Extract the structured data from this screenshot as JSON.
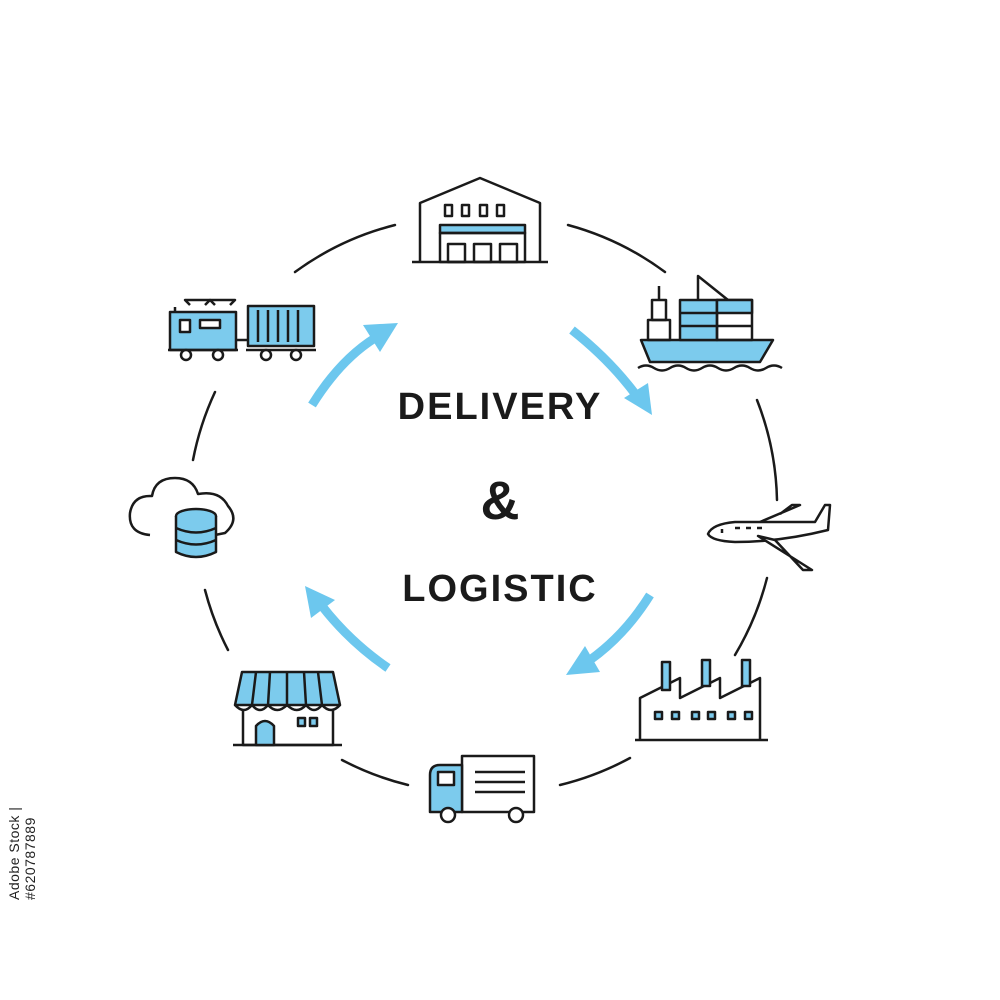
{
  "title": {
    "line1": "DELIVERY",
    "ampersand": "&",
    "line2": "LOGISTIC"
  },
  "stock_id": "Adobe Stock | #620787889",
  "colors": {
    "accent": "#6cc7ee",
    "icon_fill": "#7ccbed",
    "stroke": "#1a1a1a",
    "background": "#ffffff"
  },
  "nodes": [
    {
      "name": "warehouse",
      "icon": "warehouse-icon"
    },
    {
      "name": "cargo-ship",
      "icon": "container-ship-icon"
    },
    {
      "name": "airplane",
      "icon": "airplane-icon"
    },
    {
      "name": "factory",
      "icon": "factory-icon"
    },
    {
      "name": "delivery-truck",
      "icon": "truck-icon"
    },
    {
      "name": "store",
      "icon": "store-icon"
    },
    {
      "name": "cloud-database",
      "icon": "cloud-database-icon"
    },
    {
      "name": "freight-train",
      "icon": "freight-train-icon"
    }
  ],
  "flow_direction": "clockwise"
}
